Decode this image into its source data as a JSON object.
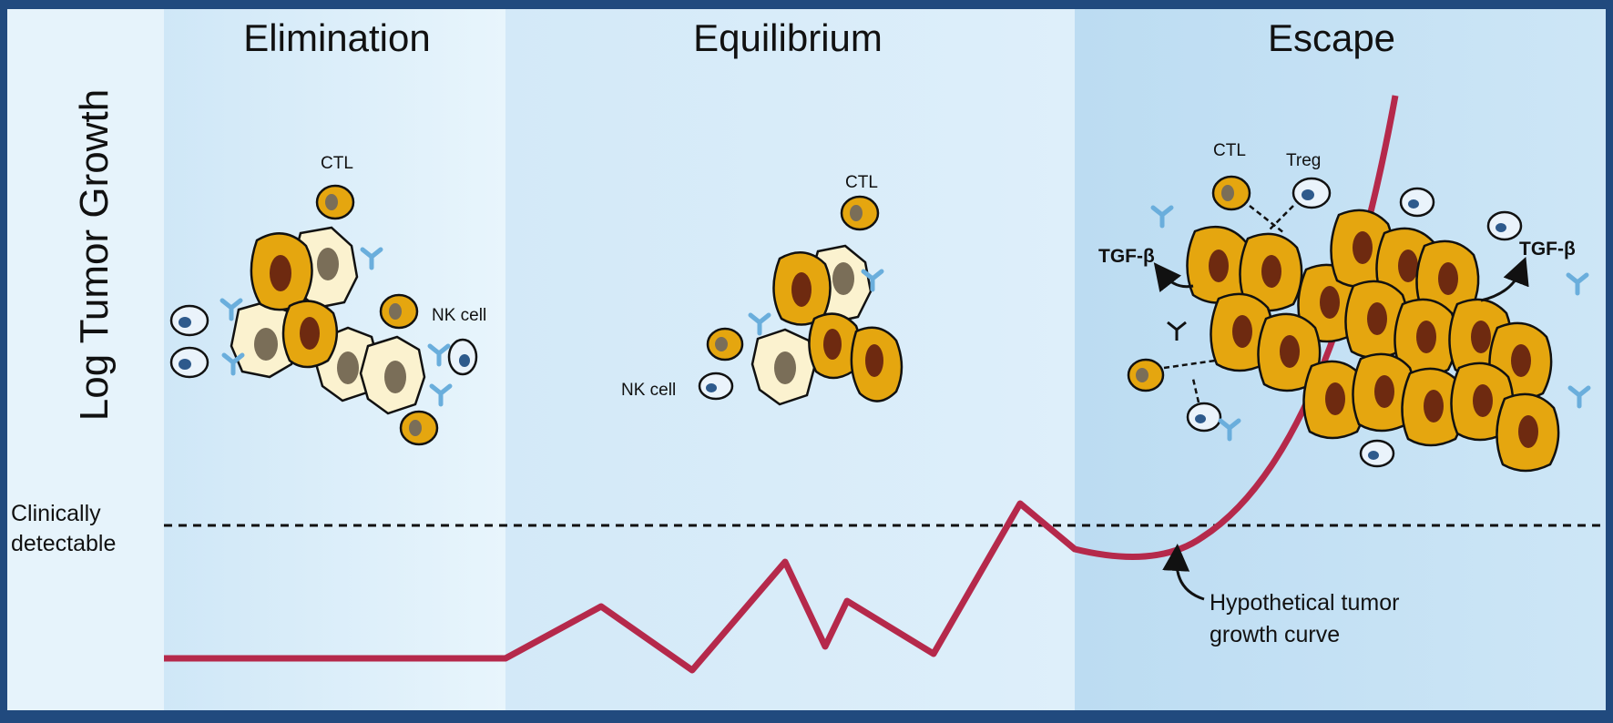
{
  "phases": {
    "elimination": "Elimination",
    "equilibrium": "Equilibrium",
    "escape": "Escape"
  },
  "y_axis_label": "Log  Tumor Growth",
  "threshold": {
    "line1": "Clinically",
    "line2": "detectable"
  },
  "cell_labels": {
    "ctl": "CTL",
    "nk_cell": "NK cell",
    "treg": "Treg",
    "tgf_beta": "TGF-β"
  },
  "curve_annotation": {
    "line1": "Hypothetical tumor",
    "line2": "growth curve"
  },
  "colors": {
    "frame": "#214a7e",
    "elimination_bg": "#e3f2fb",
    "equilibrium_bg": "#d6ebf8",
    "escape_bg": "#c4e1f4",
    "curve": "#b5294b",
    "tumor_cell": "#e5a60f",
    "nucleus": "#6e2a10",
    "dead_cell": "#fbf2cf",
    "immune_cell": "#eaf3fb",
    "antibody": "#6aaedc"
  }
}
